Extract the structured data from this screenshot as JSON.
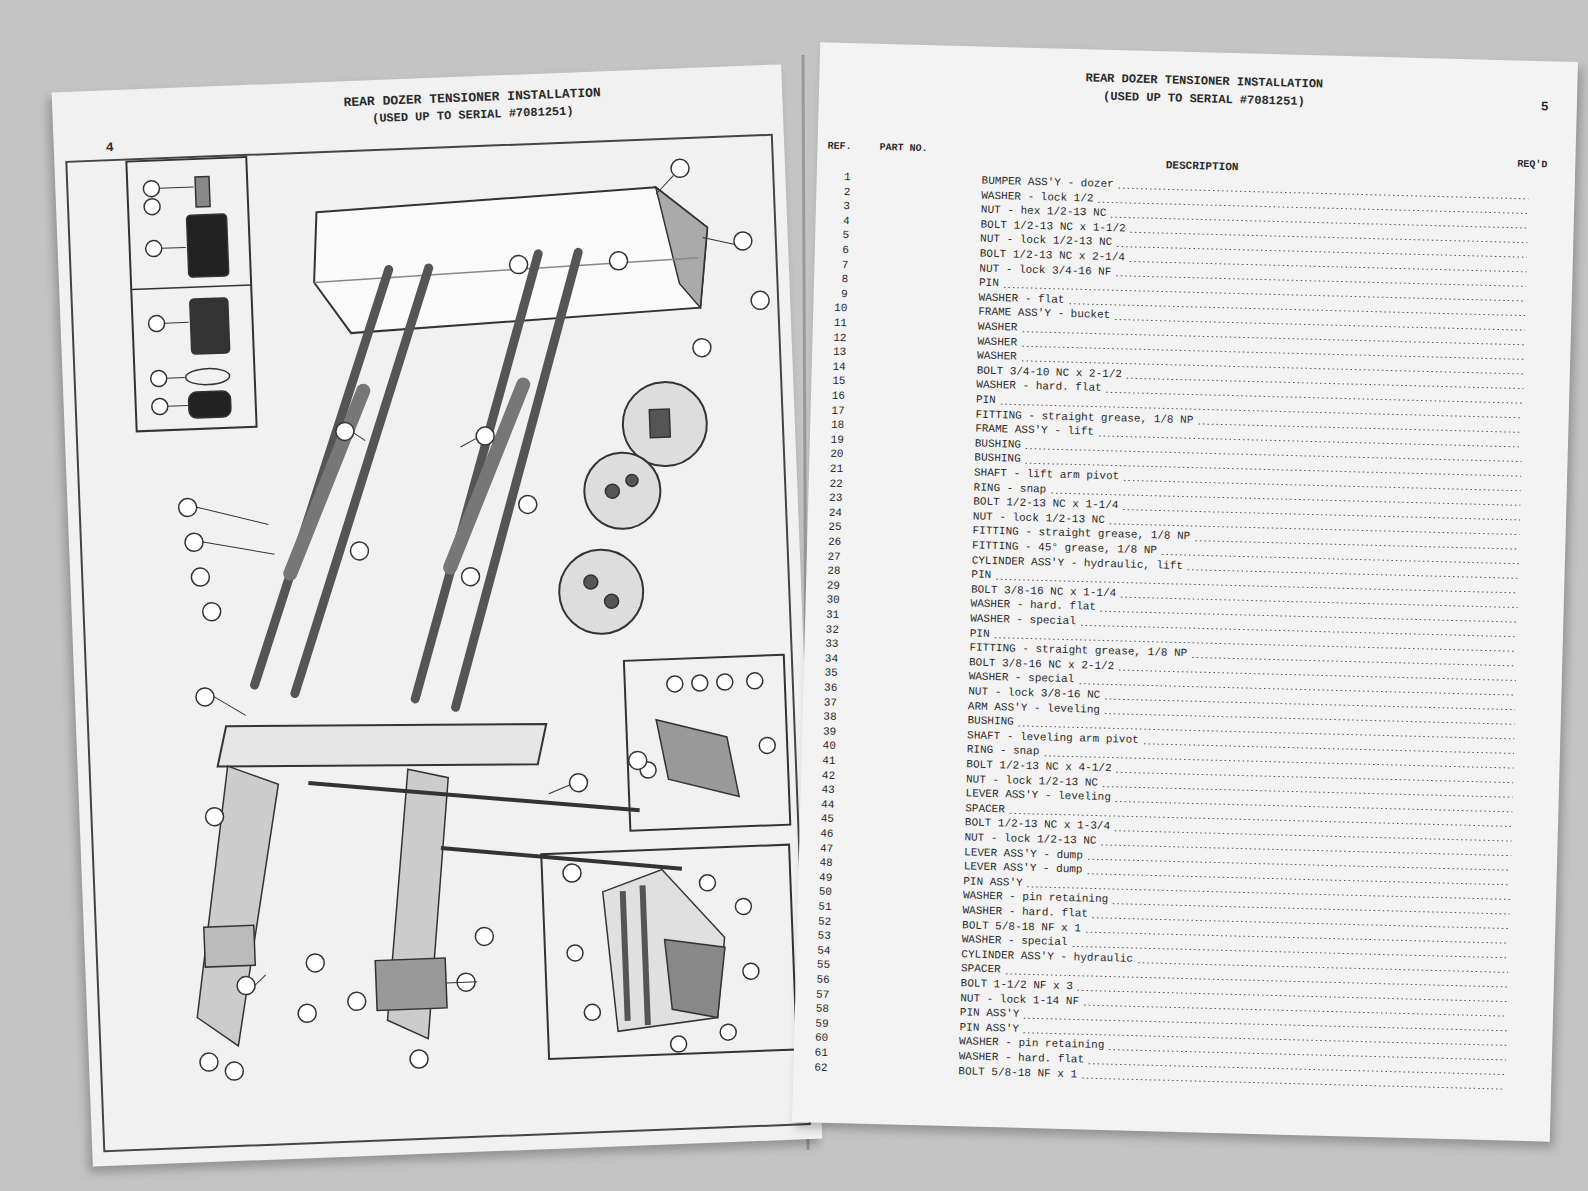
{
  "diagram": {
    "title": "REAR DOZER TENSIONER INSTALLATION",
    "labels": [
      "(USED UP TO SERIAL #7081251)",
      "4",
      "REAR DOZER TENSIONER INSTALLATION",
      "(USED UP TO SERIAL #7081251)",
      "5",
      "REF.",
      "PART NO.",
      "DESCRIPTION",
      "REQ'D",
      "1",
      "BUMPER ASS'Y - dozer",
      "2",
      "WASHER - lock 1/2",
      "3",
      "NUT - hex 1/2-13 NC",
      "4",
      "BOLT 1/2-13 NC x 1-1/2",
      "5",
      "NUT - lock 1/2-13 NC",
      "6",
      "BOLT 1/2-13 NC x 2-1/4",
      "7",
      "NUT - lock 3/4-16 NF",
      "8",
      "PIN",
      "9",
      "WASHER - flat",
      "10",
      "FRAME ASS'Y - bucket",
      "11",
      "WASHER",
      "12",
      "WASHER",
      "13",
      "WASHER",
      "14",
      "BOLT 3/4-10 NC x 2-1/2",
      "15",
      "WASHER - hard. flat",
      "16",
      "PIN",
      "17",
      "FITTING - straight grease, 1/8 NP",
      "18",
      "FRAME ASS'Y - lift",
      "19",
      "BUSHING",
      "20",
      "BUSHING",
      "21",
      "SHAFT - lift arm pivot",
      "22",
      "RING - snap",
      "23",
      "BOLT 1/2-13 NC x 1-1/4",
      "24",
      "NUT - lock 1/2-13 NC",
      "25",
      "FITTING - straight grease, 1/8 NP",
      "26",
      "FITTING - 45° grease, 1/8 NP",
      "27",
      "CYLINDER ASS'Y - hydraulic, lift",
      "28",
      "PIN",
      "29",
      "BOLT 3/8-16 NC x 1-1/4",
      "30",
      "WASHER - hard. flat",
      "31",
      "WASHER - special",
      "32",
      "PIN",
      "33",
      "FITTING - straight grease, 1/8 NP",
      "34",
      "BOLT 3/8-16 NC x 2-1/2",
      "35",
      "WASHER - special",
      "36",
      "NUT - lock 3/8-16 NC",
      "37",
      "ARM ASS'Y - leveling",
      "38",
      "BUSHING",
      "39",
      "SHAFT - leveling arm pivot",
      "40",
      "RING - snap",
      "41",
      "BOLT 1/2-13 NC x 4-1/2",
      "42",
      "NUT - lock 1/2-13 NC",
      "43",
      "LEVER ASS'Y - leveling",
      "44",
      "SPACER",
      "45",
      "BOLT 1/2-13 NC x 1-3/4",
      "46",
      "NUT - lock 1/2-13 NC",
      "47",
      "LEVER ASS'Y - dump",
      "48",
      "LEVER ASS'Y - dump",
      "49",
      "PIN ASS'Y",
      "50",
      "WASHER - pin retaining",
      "51",
      "WASHER - hard. flat",
      "52",
      "BOLT 5/8-18 NF x 1",
      "53",
      "WASHER - special",
      "54",
      "CYLINDER ASS'Y - hydraulic",
      "55",
      "SPACER",
      "56",
      "BOLT 1-1/2 NF x 3",
      "57",
      "NUT - lock 1-14 NF",
      "58",
      "PIN ASS'Y",
      "59",
      "PIN ASS'Y",
      "60",
      "WASHER - pin retaining",
      "61",
      "WASHER - hard. flat",
      "62",
      "BOLT 5/8-18 NF x 1"
    ]
  }
}
